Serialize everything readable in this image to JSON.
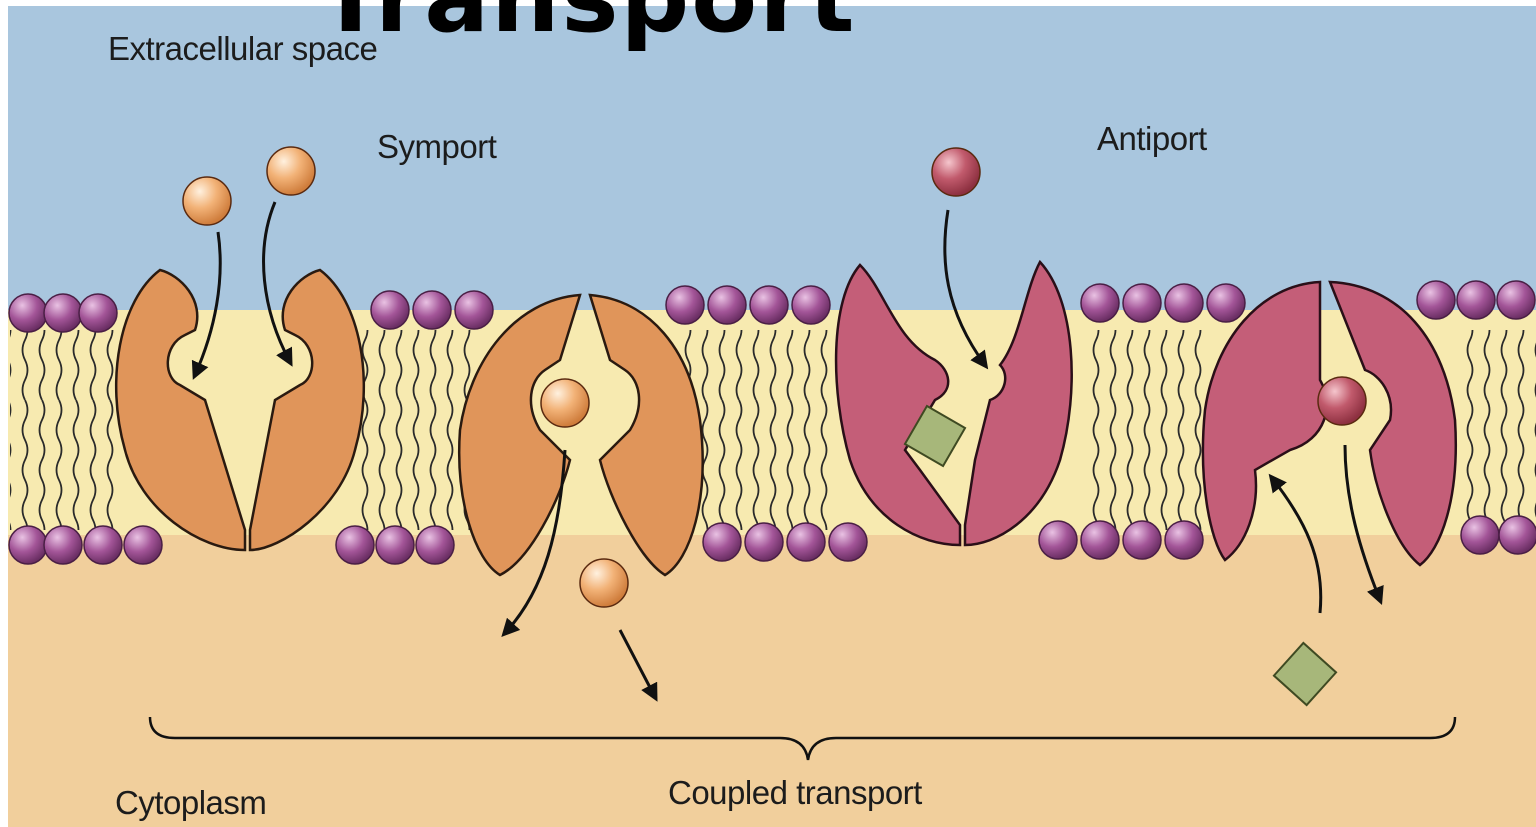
{
  "heading": "Transport",
  "labels": {
    "extracellular": "Extracellular space",
    "cytoplasm": "Cytoplasm",
    "symport": "Symport",
    "antiport": "Antiport",
    "coupled": "Coupled transport"
  },
  "colors": {
    "extracellular": "#a9c6de",
    "cytoplasm": "#f1cf9c",
    "membrane_core": "#f7eab0",
    "phospholipid_head": "#9b4a8e",
    "symport_protein": "#e0955a",
    "antiport_protein": "#c45e78",
    "orange_solute": "#eea56a",
    "red_solute": "#b84a5e",
    "green_solute": "#a7b77a"
  }
}
